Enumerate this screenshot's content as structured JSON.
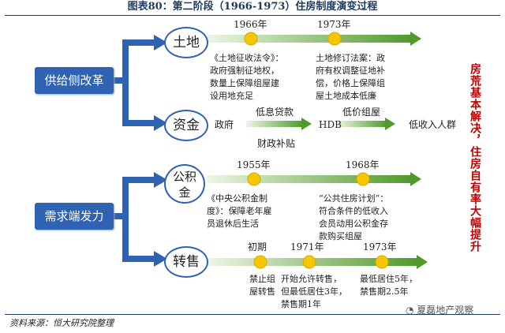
{
  "title": "图表80：第二阶段（1966-1973）住房制度演变过程",
  "supply": {
    "label": "供给侧改革",
    "land": {
      "label": "土地",
      "years": [
        "1966年",
        "1973年"
      ],
      "text1": [
        "《土地征收法令》：",
        "政府强制征地权，",
        "数量上保障组屋建",
        "设用地充足"
      ],
      "text2": [
        "土地修订法案：政",
        "府有权调整征地补",
        "偿，价格上保障组",
        "屋土地成本低廉"
      ]
    },
    "capital": {
      "label": "资金",
      "flow": [
        "政府",
        "低息贷款",
        "HDB",
        "低价组屋",
        "低收入人群"
      ],
      "sub": "财政补贴"
    }
  },
  "demand": {
    "label": "需求端发力",
    "fund": {
      "label": "公积金",
      "years": [
        "1955年",
        "1968年"
      ],
      "text1": [
        "《中央公积金制",
        "度》：保障老年雇",
        "员退休后生活"
      ],
      "text2": [
        "“公共住房计划”：",
        "符合条件的低收入",
        "会员动用公积金存",
        "款购买组屋"
      ]
    },
    "resale": {
      "label": "转售",
      "years": [
        "初期",
        "1971年",
        "1973年"
      ],
      "text1": [
        "禁止组",
        "屋转售"
      ],
      "text2": [
        "开始允许转售，",
        "但最低居住3年，",
        "禁售期1年"
      ],
      "text3": [
        "最低居住5年，",
        "禁售期2.5年"
      ]
    }
  },
  "conclusion": "房荒基本解决，住房自有率大幅提升",
  "source": "资料来源：恒大研究院整理",
  "watermark": "夏磊地产观察",
  "colors": {
    "arrow_start": "#e8f3dc",
    "arrow_end": "#4f9a2a",
    "box": "#2f62b0",
    "highlight": "#c00000"
  }
}
